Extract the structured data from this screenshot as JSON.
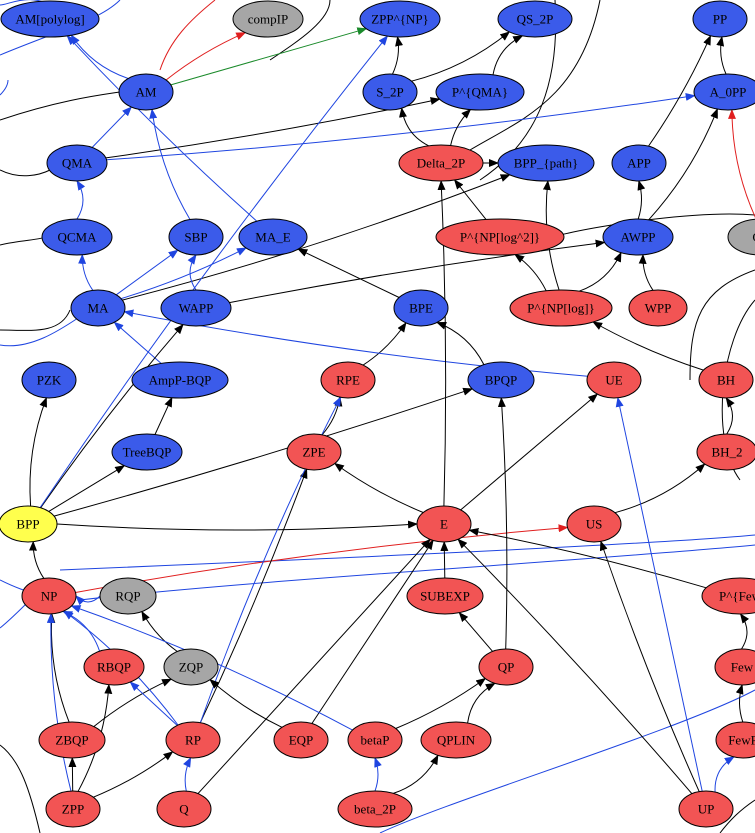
{
  "colors": {
    "blue_node": "#3b5bea",
    "red_node": "#f25454",
    "gray_node": "#a6a6a6",
    "yellow_node": "#ffff4d",
    "edge_black": "#000000",
    "edge_blue": "#1f45e0",
    "edge_red": "#e01f1f",
    "edge_green": "#1a8a2a"
  },
  "nodes": [
    {
      "id": "AMpolylog",
      "label": "AM[polylog]",
      "color": "blue"
    },
    {
      "id": "compIP",
      "label": "compIP",
      "color": "gray"
    },
    {
      "id": "ZPPNP",
      "label": "ZPP^{NP}",
      "color": "blue"
    },
    {
      "id": "QS2P",
      "label": "QS_2P",
      "color": "blue"
    },
    {
      "id": "PP",
      "label": "PP",
      "color": "blue"
    },
    {
      "id": "AM",
      "label": "AM",
      "color": "blue"
    },
    {
      "id": "S2P",
      "label": "S_2P",
      "color": "blue"
    },
    {
      "id": "PQMA",
      "label": "P^{QMA}",
      "color": "blue"
    },
    {
      "id": "A0PP",
      "label": "A_0PP",
      "color": "blue"
    },
    {
      "id": "QMA",
      "label": "QMA",
      "color": "blue"
    },
    {
      "id": "Delta2P",
      "label": "Delta_2P",
      "color": "red"
    },
    {
      "id": "BPPpath",
      "label": "BPP_{path}",
      "color": "blue"
    },
    {
      "id": "APP",
      "label": "APP",
      "color": "blue"
    },
    {
      "id": "QCMA",
      "label": "QCMA",
      "color": "blue"
    },
    {
      "id": "SBP",
      "label": "SBP",
      "color": "blue"
    },
    {
      "id": "MAE",
      "label": "MA_E",
      "color": "blue"
    },
    {
      "id": "PNPlog2",
      "label": "P^{NP[log^2]}",
      "color": "red"
    },
    {
      "id": "AWPP",
      "label": "AWPP",
      "color": "blue"
    },
    {
      "id": "C_",
      "label": "C_",
      "color": "gray"
    },
    {
      "id": "MA",
      "label": "MA",
      "color": "blue"
    },
    {
      "id": "WAPP",
      "label": "WAPP",
      "color": "blue"
    },
    {
      "id": "BPE",
      "label": "BPE",
      "color": "blue"
    },
    {
      "id": "PNPlog",
      "label": "P^{NP[log]}",
      "color": "red"
    },
    {
      "id": "WPP",
      "label": "WPP",
      "color": "red"
    },
    {
      "id": "PZK",
      "label": "PZK",
      "color": "blue"
    },
    {
      "id": "AmpPBQP",
      "label": "AmpP-BQP",
      "color": "blue"
    },
    {
      "id": "RPE",
      "label": "RPE",
      "color": "red"
    },
    {
      "id": "BPQP",
      "label": "BPQP",
      "color": "blue"
    },
    {
      "id": "UE",
      "label": "UE",
      "color": "red"
    },
    {
      "id": "BH",
      "label": "BH",
      "color": "red"
    },
    {
      "id": "TreeBQP",
      "label": "TreeBQP",
      "color": "blue"
    },
    {
      "id": "ZPE",
      "label": "ZPE",
      "color": "red"
    },
    {
      "id": "BH2",
      "label": "BH_2",
      "color": "red"
    },
    {
      "id": "BPP",
      "label": "BPP",
      "color": "yellow"
    },
    {
      "id": "E",
      "label": "E",
      "color": "red"
    },
    {
      "id": "US",
      "label": "US",
      "color": "red"
    },
    {
      "id": "NP",
      "label": "NP",
      "color": "red"
    },
    {
      "id": "RQP",
      "label": "RQP",
      "color": "gray"
    },
    {
      "id": "SUBEXP",
      "label": "SUBEXP",
      "color": "red"
    },
    {
      "id": "PFew",
      "label": "P^{Few",
      "color": "red"
    },
    {
      "id": "RBQP",
      "label": "RBQP",
      "color": "red"
    },
    {
      "id": "ZQP",
      "label": "ZQP",
      "color": "gray"
    },
    {
      "id": "QP",
      "label": "QP",
      "color": "red"
    },
    {
      "id": "Few",
      "label": "Few",
      "color": "red"
    },
    {
      "id": "ZBQP",
      "label": "ZBQP",
      "color": "red"
    },
    {
      "id": "RP",
      "label": "RP",
      "color": "red"
    },
    {
      "id": "EQP",
      "label": "EQP",
      "color": "red"
    },
    {
      "id": "betaP",
      "label": "betaP",
      "color": "red"
    },
    {
      "id": "QPLIN",
      "label": "QPLIN",
      "color": "red"
    },
    {
      "id": "FewP",
      "label": "FewP",
      "color": "red"
    },
    {
      "id": "ZPP",
      "label": "ZPP",
      "color": "red"
    },
    {
      "id": "Q",
      "label": "Q",
      "color": "red"
    },
    {
      "id": "beta2P",
      "label": "beta_2P",
      "color": "red"
    },
    {
      "id": "UP",
      "label": "UP",
      "color": "red"
    }
  ],
  "edges": [
    {
      "from": "AM",
      "to": "AMpolylog",
      "color": "blue"
    },
    {
      "from": "AM",
      "to": "compIP",
      "color": "red"
    },
    {
      "from": "AM",
      "to": "ZPPNP",
      "color": "green"
    },
    {
      "from": "S2P",
      "to": "ZPPNP",
      "color": "black"
    },
    {
      "from": "S2P",
      "to": "QS2P",
      "color": "black"
    },
    {
      "from": "PQMA",
      "to": "QS2P",
      "color": "black"
    },
    {
      "from": "A0PP",
      "to": "PP",
      "color": "black"
    },
    {
      "from": "QMA",
      "to": "AM",
      "color": "blue"
    },
    {
      "from": "QMA",
      "to": "PQMA",
      "color": "black"
    },
    {
      "from": "QMA",
      "to": "A0PP",
      "color": "blue"
    },
    {
      "from": "Delta2P",
      "to": "S2P",
      "color": "black"
    },
    {
      "from": "Delta2P",
      "to": "PQMA",
      "color": "black"
    },
    {
      "from": "Delta2P",
      "to": "BPPpath",
      "color": "black"
    },
    {
      "from": "APP",
      "to": "PP",
      "color": "black"
    },
    {
      "from": "QCMA",
      "to": "QMA",
      "color": "blue"
    },
    {
      "from": "SBP",
      "to": "AM",
      "color": "blue"
    },
    {
      "from": "MAE",
      "to": "AMpolylog",
      "color": "blue"
    },
    {
      "from": "PNPlog2",
      "to": "Delta2P",
      "color": "black"
    },
    {
      "from": "AWPP",
      "to": "APP",
      "color": "black"
    },
    {
      "from": "AWPP",
      "to": "A0PP",
      "color": "black"
    },
    {
      "from": "C_",
      "to": "A0PP",
      "color": "red"
    },
    {
      "from": "MA",
      "to": "QCMA",
      "color": "blue"
    },
    {
      "from": "MA",
      "to": "SBP",
      "color": "blue"
    },
    {
      "from": "MA",
      "to": "MAE",
      "color": "blue"
    },
    {
      "from": "MA",
      "to": "BPPpath",
      "color": "black"
    },
    {
      "from": "WAPP",
      "to": "SBP",
      "color": "blue"
    },
    {
      "from": "WAPP",
      "to": "AWPP",
      "color": "black"
    },
    {
      "from": "BPE",
      "to": "MAE",
      "color": "black"
    },
    {
      "from": "PNPlog",
      "to": "PNPlog2",
      "color": "black"
    },
    {
      "from": "PNPlog",
      "to": "AWPP",
      "color": "black"
    },
    {
      "from": "PNPlog",
      "to": "BPPpath",
      "color": "black"
    },
    {
      "from": "WPP",
      "to": "AWPP",
      "color": "black"
    },
    {
      "from": "AmpPBQP",
      "to": "MA",
      "color": "blue"
    },
    {
      "from": "RPE",
      "to": "BPE",
      "color": "black"
    },
    {
      "from": "BPQP",
      "to": "BPE",
      "color": "black"
    },
    {
      "from": "UE",
      "to": "MA",
      "color": "blue"
    },
    {
      "from": "BH",
      "to": "PNPlog",
      "color": "black"
    },
    {
      "from": "TreeBQP",
      "to": "AmpPBQP",
      "color": "black"
    },
    {
      "from": "ZPE",
      "to": "RPE",
      "color": "black"
    },
    {
      "from": "BH2",
      "to": "BH",
      "color": "black"
    },
    {
      "from": "BPP",
      "to": "PZK",
      "color": "black"
    },
    {
      "from": "BPP",
      "to": "WAPP",
      "color": "black"
    },
    {
      "from": "BPP",
      "to": "TreeBQP",
      "color": "black"
    },
    {
      "from": "BPP",
      "to": "BPQP",
      "color": "black"
    },
    {
      "from": "BPP",
      "to": "E",
      "color": "black"
    },
    {
      "from": "BPP",
      "to": "ZPPNP",
      "color": "blue"
    },
    {
      "from": "E",
      "to": "ZPE",
      "color": "black"
    },
    {
      "from": "E",
      "to": "UE",
      "color": "black"
    },
    {
      "from": "E",
      "to": "Delta2P",
      "color": "black"
    },
    {
      "from": "US",
      "to": "BH2",
      "color": "black"
    },
    {
      "from": "NP",
      "to": "US",
      "color": "red"
    },
    {
      "from": "NP",
      "to": "BPP",
      "color": "black"
    },
    {
      "from": "SUBEXP",
      "to": "E",
      "color": "black"
    },
    {
      "from": "PFew",
      "to": "E",
      "color": "black"
    },
    {
      "from": "RBQP",
      "to": "NP",
      "color": "blue"
    },
    {
      "from": "RQP",
      "to": "NP",
      "color": "blue"
    },
    {
      "from": "ZQP",
      "to": "RQP",
      "color": "black"
    },
    {
      "from": "QP",
      "to": "SUBEXP",
      "color": "black"
    },
    {
      "from": "QP",
      "to": "BPQP",
      "color": "black"
    },
    {
      "from": "Few",
      "to": "PFew",
      "color": "black"
    },
    {
      "from": "ZBQP",
      "to": "NP",
      "color": "black"
    },
    {
      "from": "ZBQP",
      "to": "ZQP",
      "color": "black"
    },
    {
      "from": "RP",
      "to": "RBQP",
      "color": "blue"
    },
    {
      "from": "RP",
      "to": "ZPE",
      "color": "black"
    },
    {
      "from": "RP",
      "to": "NP",
      "color": "blue"
    },
    {
      "from": "RP",
      "to": "RPE",
      "color": "blue"
    },
    {
      "from": "EQP",
      "to": "ZQP",
      "color": "black"
    },
    {
      "from": "EQP",
      "to": "E",
      "color": "black"
    },
    {
      "from": "betaP",
      "to": "QP",
      "color": "black"
    },
    {
      "from": "betaP",
      "to": "NP",
      "color": "blue"
    },
    {
      "from": "QPLIN",
      "to": "QP",
      "color": "black"
    },
    {
      "from": "FewP",
      "to": "Few",
      "color": "black"
    },
    {
      "from": "ZPP",
      "to": "ZBQP",
      "color": "black"
    },
    {
      "from": "ZPP",
      "to": "RP",
      "color": "black"
    },
    {
      "from": "ZPP",
      "to": "RBQP",
      "color": "black"
    },
    {
      "from": "ZPP",
      "to": "NP",
      "color": "blue"
    },
    {
      "from": "Q",
      "to": "RP",
      "color": "blue"
    },
    {
      "from": "Q",
      "to": "E",
      "color": "black"
    },
    {
      "from": "beta2P",
      "to": "betaP",
      "color": "blue"
    },
    {
      "from": "beta2P",
      "to": "QPLIN",
      "color": "black"
    },
    {
      "from": "UP",
      "to": "FewP",
      "color": "blue"
    },
    {
      "from": "UP",
      "to": "US",
      "color": "black"
    },
    {
      "from": "UP",
      "to": "UE",
      "color": "blue"
    },
    {
      "from": "UP",
      "to": "E",
      "color": "black"
    }
  ]
}
